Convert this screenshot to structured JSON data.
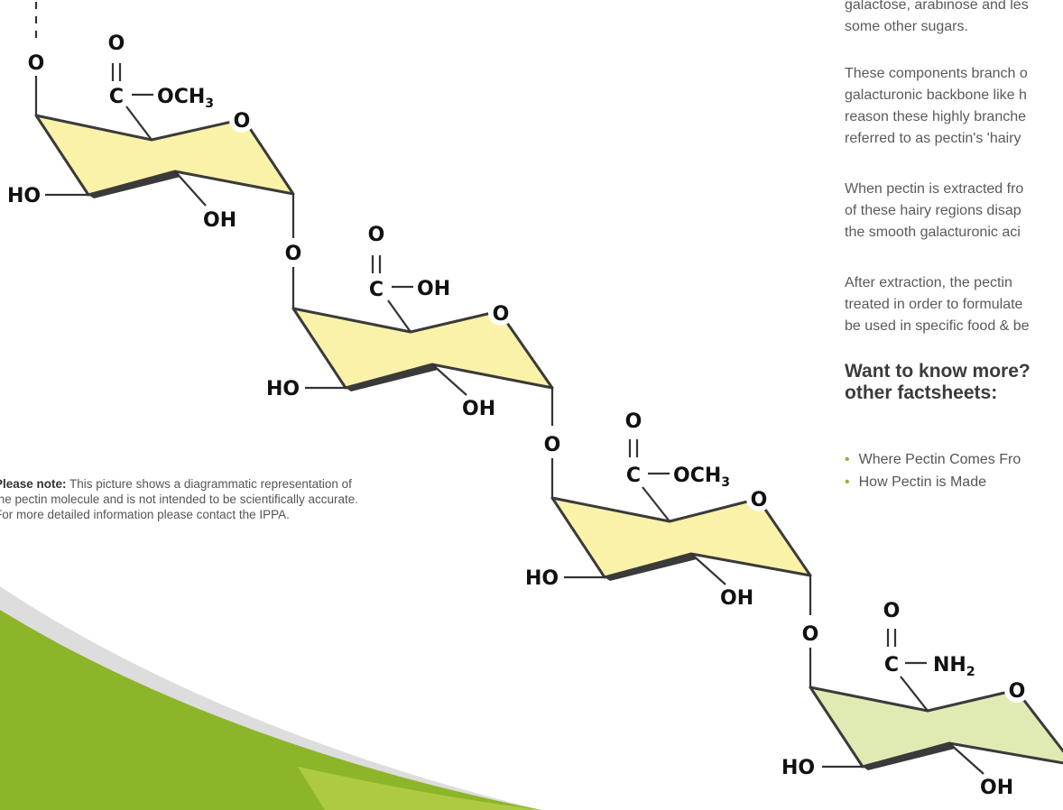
{
  "right_column": {
    "para1": [
      "galactose, arabinose and les",
      "some other sugars."
    ],
    "para2": [
      "These components branch o",
      "galacturonic backbone like h",
      "reason these highly branche",
      "referred to as pectin's 'hairy"
    ],
    "para3": [
      "When pectin is extracted fro",
      "of these hairy regions disap",
      "the smooth galacturonic aci"
    ],
    "para4": [
      "After extraction, the pectin",
      "treated in order to formulate",
      "be used in specific food & be"
    ],
    "want_heading": [
      "Want to know more?",
      "other factsheets:"
    ],
    "links": [
      "Where Pectin Comes Fro",
      "How Pectin is Made"
    ]
  },
  "note": {
    "bold": "Please note:",
    "text": " This picture shows a diagrammatic representation of the pectin molecule and is not intended to be scientifically accurate. For more detailed information please contact the IPPA."
  },
  "molecule": {
    "atoms": {
      "oxygen": "O",
      "carbon": "C",
      "hydroxyl": "OH",
      "hydroxyl_left": "HO",
      "methoxy": "OCH",
      "methoxy_subscript": "3",
      "amide": "NH",
      "amide_subscript": "2"
    },
    "units": [
      {
        "group": "methyl-ester",
        "fill": "#faf2a8"
      },
      {
        "group": "carboxylic-acid",
        "fill": "#faf2a8"
      },
      {
        "group": "methyl-ester",
        "fill": "#faf2a8"
      },
      {
        "group": "amide",
        "fill": "#e0ebb4"
      }
    ]
  },
  "colors": {
    "green_band": "#8db52a",
    "light_green": "#b6d04a",
    "gray_band": "#dddddd",
    "bullet": "#8db52a"
  }
}
